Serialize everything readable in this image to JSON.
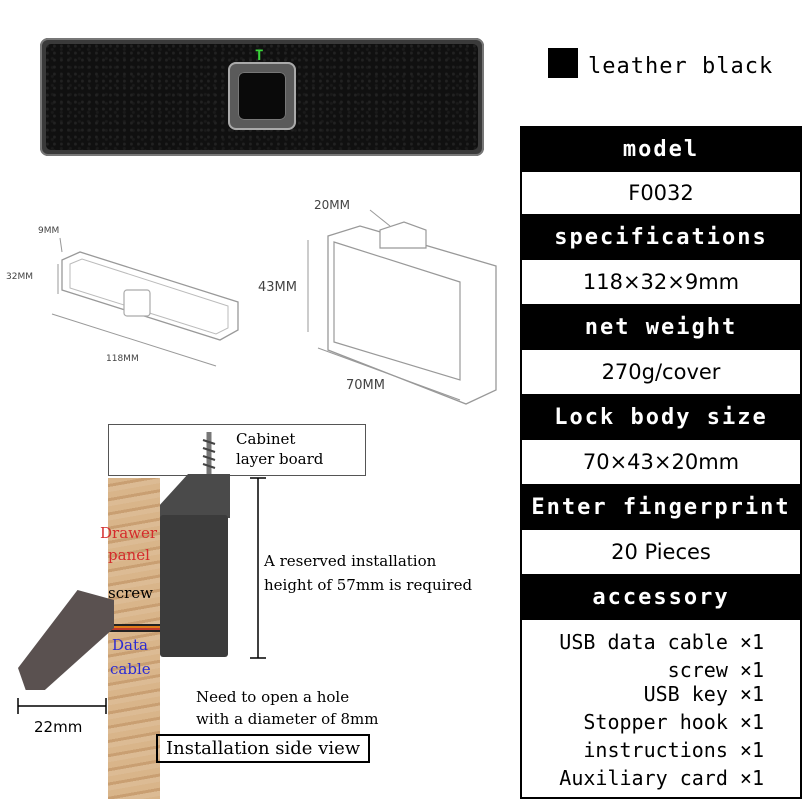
{
  "legend": {
    "color": "#000000",
    "label": "leather black"
  },
  "product": {
    "indicator_glyph": "T",
    "indicator_color": "#3ad43a"
  },
  "dims_small": {
    "d9": "9MM",
    "d32": "32MM",
    "d118": "118MM"
  },
  "dims_lock": {
    "d20": "20MM",
    "d43": "43MM",
    "d70": "70MM"
  },
  "spec_table": [
    {
      "header": "model",
      "value": "F0032"
    },
    {
      "header": "specifications",
      "value": "118×32×9mm"
    },
    {
      "header": "net weight",
      "value": "270g/cover"
    },
    {
      "header": "Lock body size",
      "value": "70×43×20mm"
    },
    {
      "header": "Enter fingerprint",
      "value": "20 Pieces"
    },
    {
      "header": "accessory",
      "value": ""
    }
  ],
  "accessories": [
    "USB data cable ×1",
    "screw ×1",
    "USB key ×1",
    "Stopper hook ×1",
    "instructions ×1",
    "Auxiliary card ×1"
  ],
  "install": {
    "board_label_1": "Cabinet",
    "board_label_2": "layer board",
    "drawer_1": "Drawer",
    "drawer_2": "panel",
    "screw": "screw",
    "data_1": "Data",
    "data_2": "cable",
    "reserved_1": "A reserved installation",
    "reserved_2": "height of 57mm is required",
    "hole_1": "Need to open a hole",
    "hole_2": "with a diameter of 8mm",
    "handle_width": "22mm",
    "caption": "Installation side view"
  }
}
